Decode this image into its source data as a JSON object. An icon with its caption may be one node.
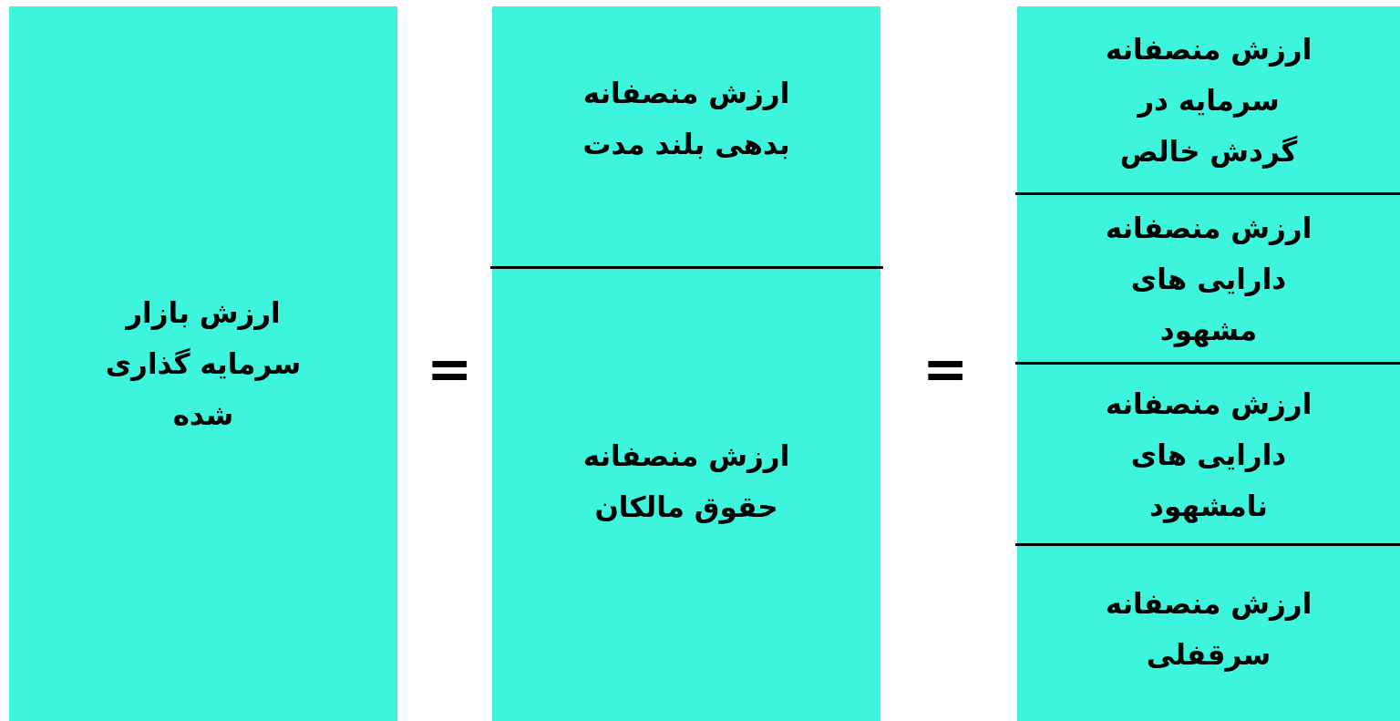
{
  "diagram": {
    "nodes": [
      {
        "text": [
          "ارزش بازار سرمایه گذاری شده"
        ]
      },
      {
        "text": [
          "ارزش منصفانه بدهی بلند مدت"
        ]
      },
      {
        "text": [
          "ارزش منصفانه حقوق مالکان"
        ]
      },
      {
        "text": [
          "ارزش منصفانه سرمایه در گردش خالص"
        ]
      },
      {
        "text": [
          "ارزش منصفانه دارایی های مشهود"
        ]
      },
      {
        "text": [
          "ارزش منصفانه دارایی های نامشهود"
        ]
      },
      {
        "text": [
          "ارزش منصفانه سرقفلی"
        ]
      }
    ],
    "edges": [],
    "labels": [
      "=",
      "="
    ]
  }
}
